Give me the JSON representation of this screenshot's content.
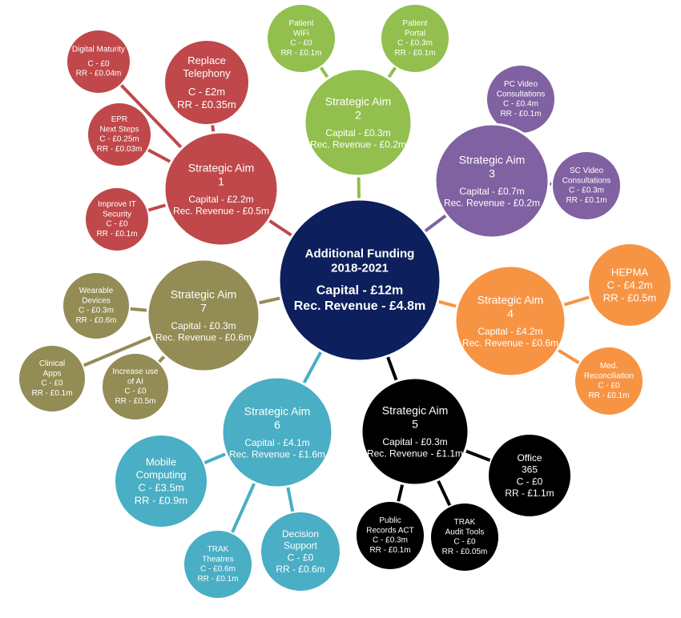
{
  "center": {
    "title_lines": [
      "Additional Funding",
      "2018-2021"
    ],
    "value_lines": [
      "Capital - £12m",
      "Rec. Revenue - £4.8m"
    ],
    "color": "#0d1f5c"
  },
  "colors": {
    "aim1": "#c0484a",
    "aim2": "#92bf4e",
    "aim3": "#8061a1",
    "aim4": "#f79444",
    "aim5": "#000000",
    "aim6": "#4aaec4",
    "aim7": "#938c54"
  },
  "aims": [
    {
      "key": "aim1",
      "lines": [
        "Strategic Aim",
        "1",
        "",
        "Capital - £2.2m",
        "Rec. Revenue - £0.5m"
      ]
    },
    {
      "key": "aim2",
      "lines": [
        "Strategic Aim",
        "2",
        "",
        "Capital - £0.3m",
        "Rec. Revenue - £0.2m"
      ]
    },
    {
      "key": "aim3",
      "lines": [
        "Strategic Aim",
        "3",
        "",
        "Capital - £0.7m",
        "Rec. Revenue - £0.2m"
      ]
    },
    {
      "key": "aim4",
      "lines": [
        "Strategic Aim",
        "4",
        "",
        "Capital - £4.2m",
        "Rec. Revenue - £0.6m"
      ]
    },
    {
      "key": "aim5",
      "lines": [
        "Strategic Aim",
        "5",
        "",
        "Capital - £0.3m",
        "Rec. Revenue - £1.1m"
      ]
    },
    {
      "key": "aim6",
      "lines": [
        "Strategic Aim",
        "6",
        "",
        "Capital - £4.1m",
        "Rec. Revenue - £1.6m"
      ]
    },
    {
      "key": "aim7",
      "lines": [
        "Strategic Aim",
        "7",
        "",
        "Capital - £0.3m",
        "Rec. Revenue - £0.6m"
      ]
    }
  ],
  "projects": [
    {
      "key": "digital-maturity",
      "aim": "aim1",
      "lines": [
        "Digital Maturity",
        "",
        "C - £0",
        "RR - £0.04m"
      ]
    },
    {
      "key": "replace-telephony",
      "aim": "aim1",
      "lines": [
        "Replace",
        "Telephony",
        "",
        "C - £2m",
        "RR - £0.35m"
      ]
    },
    {
      "key": "epr-next-steps",
      "aim": "aim1",
      "lines": [
        "EPR",
        "Next Steps",
        "C - £0.25m",
        "RR - £0.03m"
      ]
    },
    {
      "key": "improve-it-security",
      "aim": "aim1",
      "lines": [
        "Improve IT",
        "Security",
        "C - £0",
        "RR - £0.1m"
      ]
    },
    {
      "key": "patient-wifi",
      "aim": "aim2",
      "lines": [
        "Patient",
        "WiFi",
        "C - £0",
        "RR - £0.1m"
      ]
    },
    {
      "key": "patient-portal",
      "aim": "aim2",
      "lines": [
        "Patient",
        "Portal",
        "C - £0.3m",
        "RR - £0.1m"
      ]
    },
    {
      "key": "pc-video-consultations",
      "aim": "aim3",
      "lines": [
        "PC Video",
        "Consultations",
        "C - £0.4m",
        "RR - £0.1m"
      ]
    },
    {
      "key": "sc-video-consultations",
      "aim": "aim3",
      "lines": [
        "SC Video",
        "Consultations",
        "C - £0.3m",
        "RR - £0.1m"
      ]
    },
    {
      "key": "hepma",
      "aim": "aim4",
      "lines": [
        "HEPMA",
        "C - £4.2m",
        "RR - £0.5m"
      ]
    },
    {
      "key": "med-reconciliation",
      "aim": "aim4",
      "lines": [
        "Med.",
        "Reconciliation",
        "C - £0",
        "RR - £0.1m"
      ]
    },
    {
      "key": "office-365",
      "aim": "aim5",
      "lines": [
        "Office",
        "365",
        "C - £0",
        "RR - £1.1m"
      ]
    },
    {
      "key": "public-records-act",
      "aim": "aim5",
      "lines": [
        "Public",
        "Records ACT",
        "C - £0.3m",
        "RR - £0.1m"
      ]
    },
    {
      "key": "trak-audit-tools",
      "aim": "aim5",
      "lines": [
        "TRAK",
        "Audit Tools",
        "C - £0",
        "RR - £0.05m"
      ]
    },
    {
      "key": "mobile-computing",
      "aim": "aim6",
      "lines": [
        "Mobile",
        "Computing",
        "C - £3.5m",
        "RR - £0.9m"
      ]
    },
    {
      "key": "trak-theatres",
      "aim": "aim6",
      "lines": [
        "TRAK",
        "Theatres",
        "C - £0.6m",
        "RR - £0.1m"
      ]
    },
    {
      "key": "decision-support",
      "aim": "aim6",
      "lines": [
        "Decision",
        "Support",
        "C - £0",
        "RR - £0.6m"
      ]
    },
    {
      "key": "wearable-devices",
      "aim": "aim7",
      "lines": [
        "Wearable",
        "Devices",
        "C - £0.3m",
        "RR - £0.6m"
      ]
    },
    {
      "key": "clinical-apps",
      "aim": "aim7",
      "lines": [
        "Clinical",
        "Apps",
        "C - £0",
        "RR - £0.1m"
      ]
    },
    {
      "key": "increase-use-of-ai",
      "aim": "aim7",
      "lines": [
        "Increase use",
        "of AI",
        "C - £0",
        "RR - £0.5m"
      ]
    }
  ]
}
